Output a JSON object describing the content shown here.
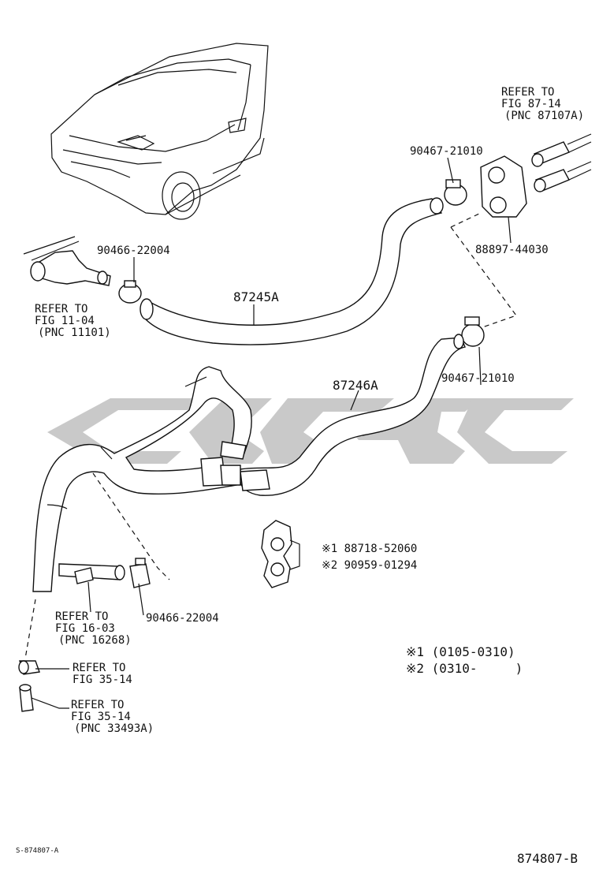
{
  "labels": {
    "pn_87245a": "87245A",
    "pn_87246a": "87246A",
    "pn_90466_top": "90466-22004",
    "pn_90466_bottom": "90466-22004",
    "pn_90467_top": "90467-21010",
    "pn_90467_right": "90467-21010",
    "pn_88897": "88897-44030",
    "ref_87_14": [
      "REFER TO",
      "FIG 87-14",
      "(PNC 87107A)"
    ],
    "ref_11_04": [
      "REFER TO",
      "FIG 11-04",
      "(PNC 11101)"
    ],
    "ref_16_03": [
      "REFER TO",
      "FIG 16-03",
      "(PNC 16268)"
    ],
    "ref_35_14_a": [
      "REFER TO",
      "FIG 35-14"
    ],
    "ref_35_14_b": [
      "REFER TO",
      "FIG 35-14",
      "(PNC 33493A)"
    ],
    "clip_1": "※1 88718-52060",
    "clip_2": "※2 90959-01294",
    "note_1": "※1 (0105-0310)",
    "note_2": "※2 (0310-     )",
    "code_small": "S-874807-A",
    "code_large": "874807-B"
  }
}
